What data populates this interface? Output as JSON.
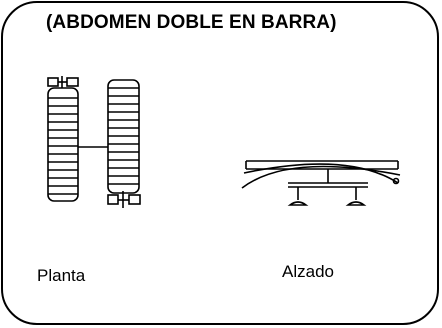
{
  "diagram": {
    "title": "(ABDOMEN DOBLE EN BARRA)",
    "labels": {
      "plan": "Planta",
      "elevation": "Alzado"
    },
    "line_color": "#000000",
    "background": "#ffffff"
  }
}
